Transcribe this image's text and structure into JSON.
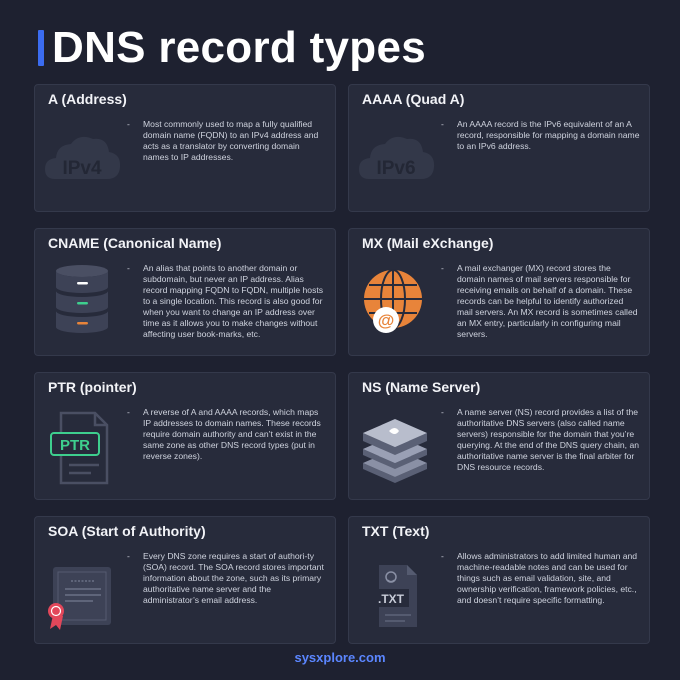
{
  "page": {
    "title": "DNS record types",
    "footer": "sysxplore.com"
  },
  "records": [
    {
      "title": "A (Address)",
      "icon_text": "IPv4",
      "icon": "cloud-ipv4-icon",
      "description": "Most commonly used to map a fully qualified domain name (FQDN) to an IPv4 address and acts as a translator by converting domain names to IP addresses."
    },
    {
      "title": "AAAA  (Quad A)",
      "icon_text": "IPv6",
      "icon": "cloud-ipv6-icon",
      "description": "An AAAA record is the IPv6 equivalent of an A record, responsible for mapping a domain name to an IPv6 address."
    },
    {
      "title": "CNAME (Canonical Name)",
      "icon": "database-icon",
      "description": "An alias that points to another domain or subdomain, but never an IP address. Alias record mapping FQDN to FQDN, multiple hosts to a single location. This record is also good for when you want to change an IP address over time as it allows you to make changes without affecting user book-marks, etc."
    },
    {
      "title": "MX (Mail eXchange)",
      "icon": "globe-at-sign-icon",
      "description": "A mail exchanger (MX) record stores the domain names of mail servers responsible for receiving emails on behalf of a domain. These records can be helpful to identify authorized mail servers. An MX record is sometimes called an MX entry, particularly in configuring mail servers."
    },
    {
      "title": "PTR (pointer)",
      "icon_text": "PTR",
      "icon": "ptr-file-icon",
      "description": "A reverse of A and AAAA records, which maps IP addresses to domain names. These records require domain authority and can’t exist in the same zone as other DNS record types (put in reverse zones)."
    },
    {
      "title": "NS (Name Server)",
      "icon": "server-stack-icon",
      "description": "A name server (NS) record provides a list of the authoritative DNS servers (also called name servers) responsible for the domain that you’re querying. At the end of the DNS query chain, an authoritative name server is the final arbiter for DNS resource records."
    },
    {
      "title": "SOA (Start of Authority)",
      "icon": "certificate-icon",
      "description": "Every DNS zone requires a start of authori-ty (SOA) record. The SOA record stores important information about the zone, such as its primary authoritative name server and the administrator’s email address."
    },
    {
      "title": "TXT (Text)",
      "icon_text": ".TXT",
      "icon": "txt-file-icon",
      "description": "Allows administrators to add limited human and machine-readable notes and can be used for things such as email validation, site, and ownership verification, framework policies, etc., and doesn’t require specific formatting."
    }
  ],
  "colors": {
    "background": "#1e2130",
    "card": "#272b3b",
    "accent_blue": "#3b6cf0",
    "orange": "#e8843a",
    "green": "#3ecf8e",
    "red": "#e2475a"
  }
}
